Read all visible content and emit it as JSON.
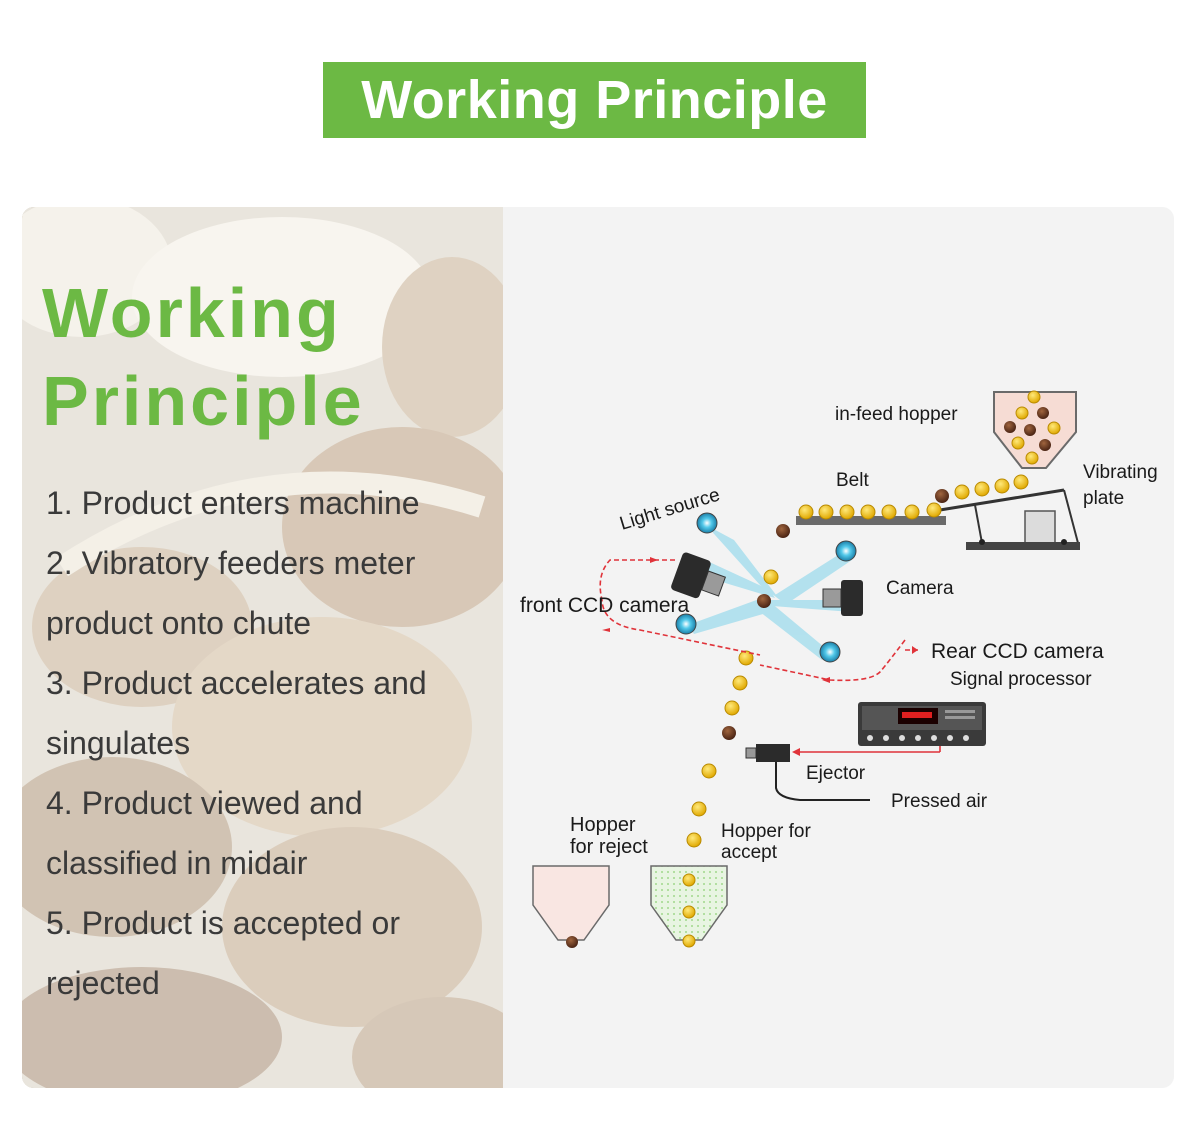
{
  "banner": {
    "title": "Working Principle"
  },
  "left": {
    "heading_line1": "Working",
    "heading_line2": "Principle",
    "steps": [
      "1. Product enters machine",
      "2. Vibratory feeders meter",
      "product onto chute",
      "3. Product accelerates and",
      "singulates",
      "4. Product viewed and",
      "classified in midair",
      "5. Product is accepted or",
      "rejected"
    ]
  },
  "diagram": {
    "labels": {
      "infeed_hopper": "in-feed hopper",
      "belt": "Belt",
      "vibrating_line1": "Vibrating",
      "vibrating_line2": "plate",
      "light_source": "Light source",
      "camera": "Camera",
      "front_ccd": "front CCD camera",
      "rear_ccd": "Rear CCD camera",
      "signal_processor": "Signal processor",
      "ejector": "Ejector",
      "pressed_air": "Pressed air",
      "hopper_reject_line1": "Hopper",
      "hopper_reject_line2": "for reject",
      "hopper_accept_line1": "Hopper for",
      "hopper_accept_line2": "accept"
    },
    "colors": {
      "brand_green": "#6cb944",
      "good_nut": "#f2c81a",
      "bad_nut": "#6b3a22",
      "light_beam": "#7fd3ea",
      "signal_path": "#e0333a"
    }
  }
}
